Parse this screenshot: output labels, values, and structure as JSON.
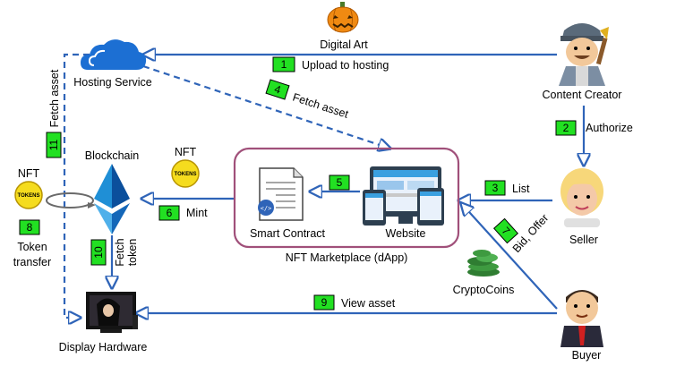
{
  "nodes": {
    "hosting": "Hosting Service",
    "creator": "Content Creator",
    "seller": "Seller",
    "buyer": "Buyer",
    "blockchain": "Blockchain",
    "display": "Display Hardware",
    "smart_contract": "Smart Contract",
    "website": "Website",
    "marketplace": "NFT Marketplace (dApp)",
    "digital_art": "Digital Art",
    "crypto": "CryptoCoins",
    "nft_token_label": "NFT",
    "token_text": "TOKENS",
    "token_transfer": [
      "Token",
      "transfer"
    ]
  },
  "steps": [
    {
      "num": "1",
      "label": "Upload to hosting"
    },
    {
      "num": "2",
      "label": "Authorize"
    },
    {
      "num": "3",
      "label": "List"
    },
    {
      "num": "4",
      "label": "Fetch asset"
    },
    {
      "num": "5",
      "label": ""
    },
    {
      "num": "6",
      "label": "Mint"
    },
    {
      "num": "7",
      "label": "Bid, Offer"
    },
    {
      "num": "8",
      "label": ""
    },
    {
      "num": "9",
      "label": "View asset"
    },
    {
      "num": "10",
      "label": [
        "Fetch",
        "token"
      ]
    },
    {
      "num": "11",
      "label": "Fetch asset"
    }
  ],
  "colors": {
    "arrow": "#2f64b8",
    "step_box": "#22e022",
    "marketplace_border": "#a0507a",
    "token": "#f5dc1e"
  }
}
